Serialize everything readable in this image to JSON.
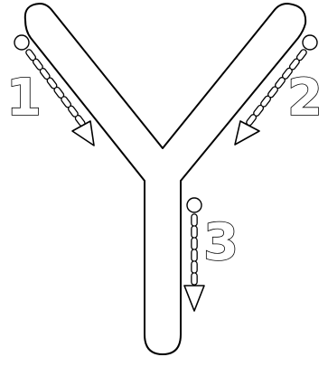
{
  "worksheet": {
    "letter": "Y",
    "strokes": [
      {
        "number": "1"
      },
      {
        "number": "2"
      },
      {
        "number": "3"
      }
    ],
    "colors": {
      "outline": "#000000",
      "fill": "#ffffff"
    }
  }
}
